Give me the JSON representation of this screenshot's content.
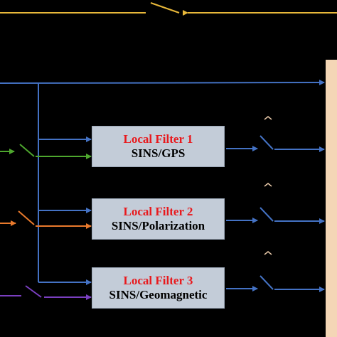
{
  "filters": [
    {
      "title": "Local Filter 1",
      "subtitle": "SINS/GPS"
    },
    {
      "title": "Local Filter 2",
      "subtitle": "SINS/Polarization"
    },
    {
      "title": "Local Filter 3",
      "subtitle": "SINS/Geomagnetic"
    }
  ],
  "colors": {
    "background": "#000000",
    "bus_line": "#4472c4",
    "gps_line": "#4ea72e",
    "polarization_line": "#e97a2c",
    "geomagnetic_line": "#7a3fc0",
    "top_line": "#e8b83a",
    "filter_box": "#c3ccd8",
    "filter_title": "#e8191d",
    "master_panel": "#f4d6b6"
  }
}
